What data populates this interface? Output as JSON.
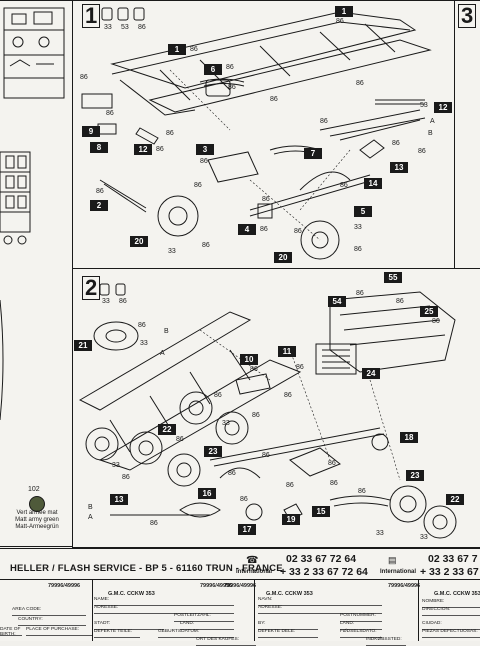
{
  "steps": {
    "s1": "1",
    "s2": "2",
    "s3": "3"
  },
  "step1_tags": [
    "1",
    "1",
    "2",
    "3",
    "4",
    "5",
    "6",
    "7",
    "8",
    "9",
    "12",
    "12",
    "13",
    "14",
    "20",
    "20"
  ],
  "step1_labels": [
    "33",
    "53",
    "86",
    "86",
    "86",
    "86",
    "86",
    "86",
    "86",
    "53",
    "86",
    "86",
    "86",
    "86",
    "86",
    "86",
    "86",
    "86",
    "33",
    "86",
    "86",
    "86",
    "33",
    "86",
    "86",
    "86",
    "86",
    "86",
    "A",
    "B"
  ],
  "step2_tags": [
    "10",
    "11",
    "13",
    "15",
    "16",
    "17",
    "18",
    "19",
    "21",
    "22",
    "22",
    "23",
    "23",
    "24",
    "25",
    "54",
    "55"
  ],
  "step2_labels": [
    "33",
    "86",
    "86",
    "33",
    "B",
    "A",
    "33",
    "86",
    "86",
    "86",
    "86",
    "86",
    "86",
    "86",
    "86",
    "86",
    "86",
    "33",
    "33",
    "86",
    "86",
    "86",
    "86",
    "86",
    "86",
    "86",
    "86",
    "33",
    "A",
    "B"
  ],
  "paint": {
    "num": "102",
    "line1": "Vert armée mat",
    "line2": "Matt army green",
    "line3": "Matt-Armeegrün"
  },
  "footer": {
    "brand": "HELLER / FLASH SERVICE - BP 5 - 61160 TRUN - FRANCE",
    "phone_fr": "02 33 67 72 64",
    "intl_label": "International",
    "phone_intl": "+ 33 2 33 67 72 64",
    "phone_fr_2": "02 33 67 7",
    "intl_label_2": "International",
    "phone_intl_2": "+ 33 2 33 67 7",
    "ref_1": "79996/49996",
    "ref_2": "79996/49996",
    "ref_3": "79996/49996",
    "ref_4": "79996/49996",
    "model": "G.M.C. CCKW 353",
    "col1": {
      "area": "AREA CODE:",
      "country": "COUNTRY:",
      "birth": "DATE OF BIRTH:",
      "place": "PLACE OF PURCHASE:"
    },
    "col2": {
      "name": "NAME:",
      "address": "ADRESSE:",
      "zip": "POSTLEITZAHL:",
      "city": "STADT:",
      "land": "LAND:",
      "defect": "DEFEKTE TEILE:",
      "gdate": "GEBURTSDATUM:",
      "ort": "ORT DES KAUFES:"
    },
    "col3": {
      "name": "NAVN:",
      "address": "ADRESSE:",
      "zip": "POSTNUMMER:",
      "by": "BY:",
      "land": "LAND:",
      "defect": "DEFEKTE DELE:",
      "gdate": "FØDSELSDATO:",
      "indk": "INDKØBSSTED:"
    },
    "col4": {
      "name": "NOMBRE:",
      "address": "DIRECCION:",
      "city": "CIUDAD:",
      "defect": "PIEZAS DEFECTUOSAS:"
    }
  }
}
